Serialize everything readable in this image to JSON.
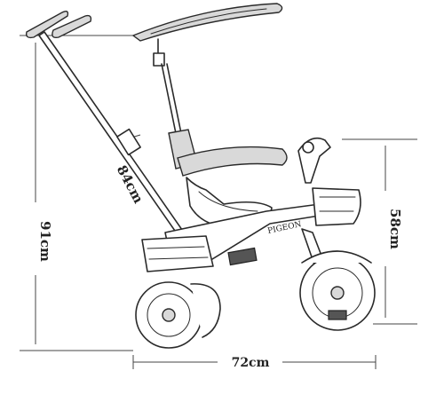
{
  "dimensions": {
    "total_height": "91cm",
    "handle_length": "84cm",
    "seat_height": "58cm",
    "wheelbase": "72cm"
  },
  "brand": "PIGEON"
}
